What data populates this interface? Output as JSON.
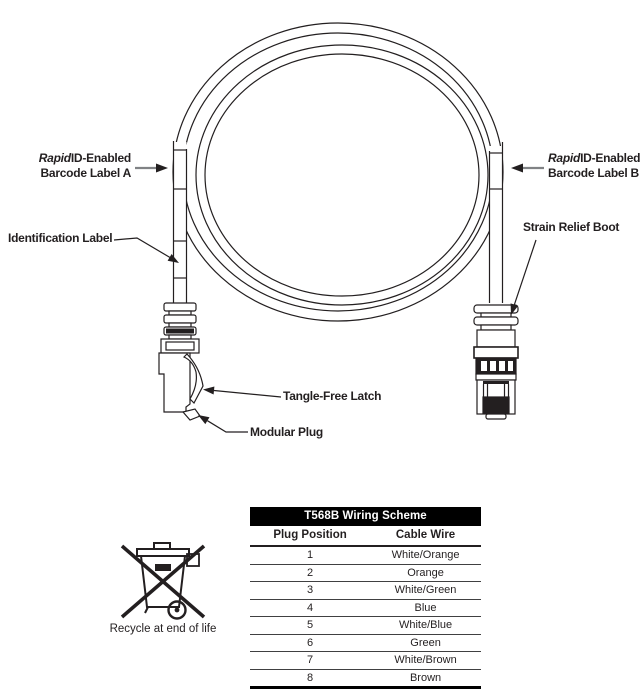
{
  "colors": {
    "ink": "#231f20",
    "leader_gray": "#808285",
    "table_header_bg": "#000000",
    "table_header_text": "#ffffff"
  },
  "cable_diagram": {
    "callouts": {
      "barcode_label_a": {
        "line1_italic": "Rapid",
        "line1_rest": "ID-Enabled",
        "line2": "Barcode Label A"
      },
      "barcode_label_b": {
        "line1_italic": "Rapid",
        "line1_rest": "ID-Enabled",
        "line2": "Barcode Label B"
      },
      "identification_label": "Identification Label",
      "strain_relief_boot": "Strain Relief Boot",
      "tangle_free_latch": "Tangle-Free Latch",
      "modular_plug": "Modular Plug"
    }
  },
  "recycle": {
    "caption": "Recycle at end of life"
  },
  "wiring_table": {
    "title": "T568B Wiring Scheme",
    "columns": [
      "Plug Position",
      "Cable Wire"
    ],
    "rows": [
      [
        "1",
        "White/Orange"
      ],
      [
        "2",
        "Orange"
      ],
      [
        "3",
        "White/Green"
      ],
      [
        "4",
        "Blue"
      ],
      [
        "5",
        "White/Blue"
      ],
      [
        "6",
        "Green"
      ],
      [
        "7",
        "White/Brown"
      ],
      [
        "8",
        "Brown"
      ]
    ]
  }
}
